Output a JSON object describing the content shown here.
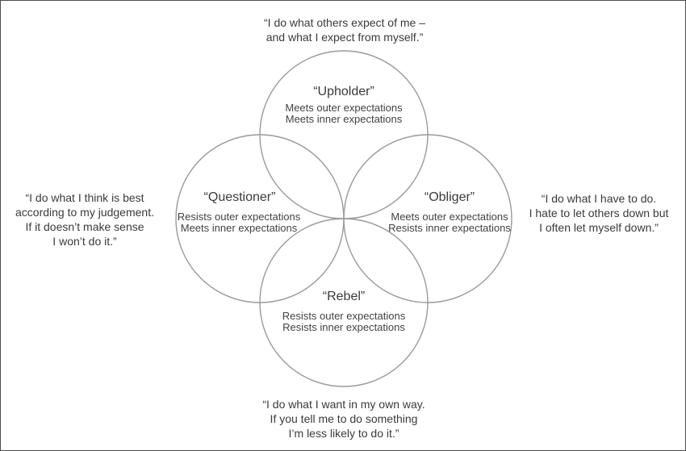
{
  "colors": {
    "circle_stroke": "#9a9a9a",
    "text": "#3d3d3d",
    "border": "#4c4c4c",
    "background": "#ffffff"
  },
  "circles": {
    "upholder": {
      "label": "“Upholder”",
      "desc1": "Meets outer expectations",
      "desc2": "Meets inner expectations"
    },
    "questioner": {
      "label": "“Questioner”",
      "desc1": "Resists outer expectations",
      "desc2": "Meets inner expectations"
    },
    "obliger": {
      "label": "“Obliger”",
      "desc1": "Meets outer expectations",
      "desc2": "Resists inner expectations"
    },
    "rebel": {
      "label": "“Rebel”",
      "desc1": "Resists outer expectations",
      "desc2": "Resists inner expectations"
    }
  },
  "quotes": {
    "upholder": {
      "lines": [
        "“I do what others expect of me –",
        "and what I expect from myself.”"
      ]
    },
    "questioner": {
      "lines": [
        "“I do what I think is best",
        "according to my judgement.",
        "If it doesn’t make sense",
        "I won’t do it.”"
      ]
    },
    "obliger": {
      "lines": [
        "“I do what I have to do.",
        "I hate to let others down but",
        "I often let myself down.”"
      ]
    },
    "rebel": {
      "lines": [
        "“I do what I want in my own way.",
        "If you tell me to do something",
        "I’m less likely to do it.”"
      ]
    }
  }
}
